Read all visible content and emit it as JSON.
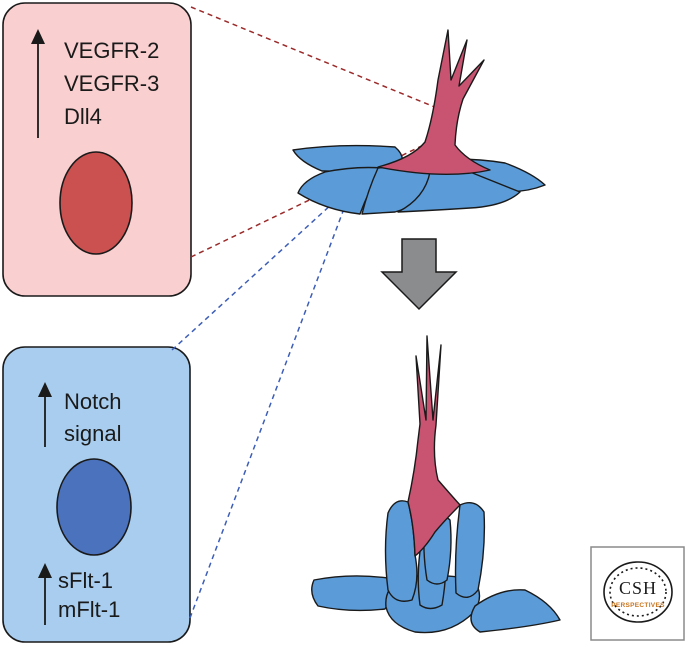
{
  "tip_cell_panel": {
    "labels": [
      "VEGFR-2",
      "VEGFR-3",
      "Dll4"
    ],
    "fill": "#f9cfd0",
    "nucleus_color": "#cb5151",
    "connector_color": "#9b2a2a"
  },
  "stalk_cell_panel": {
    "top_labels": [
      "Notch",
      "signal"
    ],
    "bottom_labels": [
      "sFlt-1",
      "mFlt-1"
    ],
    "fill": "#a9cdee",
    "nucleus_color": "#4b72bd",
    "connector_color": "#3d5eb8"
  },
  "colors": {
    "endothelial_cell": "#5a9bd8",
    "tip_cell": "#c85472",
    "arrow": "#8a8c8e"
  },
  "icons": {
    "up_arrow": "up-arrow-icon",
    "down_arrow": "down-arrow-icon"
  },
  "logo": {
    "title": "CSH",
    "subtitle": "PERSPECTIVES"
  }
}
